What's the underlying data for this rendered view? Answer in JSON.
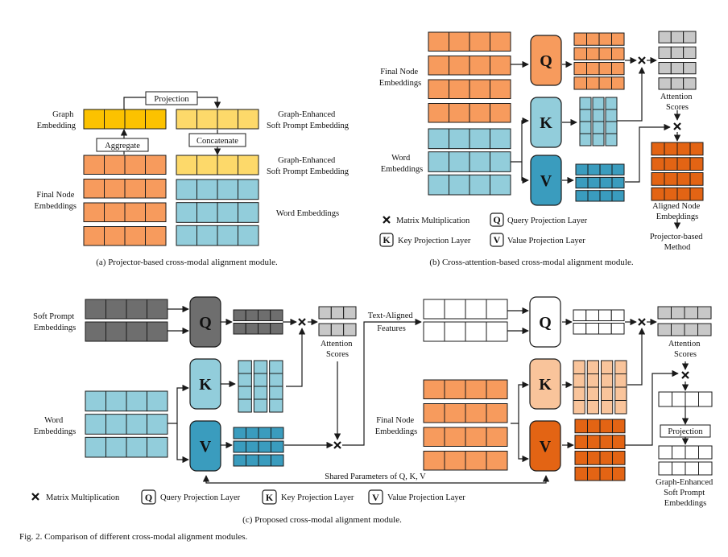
{
  "colors": {
    "orange": "#f79b5d",
    "orange_dark": "#e36414",
    "orange_light": "#f9c49b",
    "gold": "#fcc200",
    "yellow": "#fdd96a",
    "blue": "#92cddb",
    "blue_dark": "#3a9cbe",
    "gray_dark": "#6e6e6e",
    "gray_light": "#c8c8c8",
    "white": "#ffffff",
    "stroke": "#1a1a1a"
  },
  "panel_a": {
    "graph_embedding": [
      "Graph",
      "Embedding"
    ],
    "final_node_embeddings": [
      "Final Node",
      "Embeddings"
    ],
    "projection": "Projection",
    "aggregate": "Aggregate",
    "concatenate": "Concatenate",
    "ge_soft_prompt_1": [
      "Graph-Enhanced",
      "Soft Prompt Embedding"
    ],
    "ge_soft_prompt_2": [
      "Graph-Enhanced",
      "Soft Prompt Embedding"
    ],
    "word_embeddings": "Word Embeddings",
    "caption": "(a) Projector-based cross-modal alignment module."
  },
  "panel_b": {
    "final_node_embeddings": [
      "Final Node",
      "Embeddings"
    ],
    "word_embeddings": [
      "Word",
      "Embeddings"
    ],
    "q": "Q",
    "k": "K",
    "v": "V",
    "attention_scores": [
      "Attention",
      "Scores"
    ],
    "aligned_node_embeddings": [
      "Aligned Node",
      "Embeddings"
    ],
    "projector_based_method": [
      "Projector-based",
      "Method"
    ],
    "legend": {
      "matrix_multiplication": "Matrix Multiplication",
      "query_projection_layer": "Query Projection Layer",
      "key_projection_layer": "Key Projection Layer",
      "value_projection_layer": "Value Projection Layer"
    },
    "caption": "(b) Cross-attention-based cross-modal alignment module."
  },
  "panel_c": {
    "soft_prompt_embeddings": [
      "Soft Prompt",
      "Embeddings"
    ],
    "word_embeddings": [
      "Word",
      "Embeddings"
    ],
    "q": "Q",
    "k": "K",
    "v": "V",
    "attention_scores_left": [
      "Attention",
      "Scores"
    ],
    "text_aligned_features": [
      "Text-Aligned",
      "Features"
    ],
    "final_node_embeddings": [
      "Final Node",
      "Embeddings"
    ],
    "attention_scores_right": [
      "Attention",
      "Scores"
    ],
    "projection": "Projection",
    "ge_soft_prompt": [
      "Graph-Enhanced",
      "Soft Prompt",
      "Embeddings"
    ],
    "shared_parameters": "Shared Parameters of Q, K, V",
    "legend": {
      "matrix_multiplication": "Matrix Multiplication",
      "query_projection_layer": "Query Projection Layer",
      "key_projection_layer": "Key Projection Layer",
      "value_projection_layer": "Value Projection Layer"
    },
    "caption": "(c) Proposed cross-modal alignment module."
  },
  "figure_caption": "Fig. 2.  Comparison of different cross-modal alignment modules."
}
